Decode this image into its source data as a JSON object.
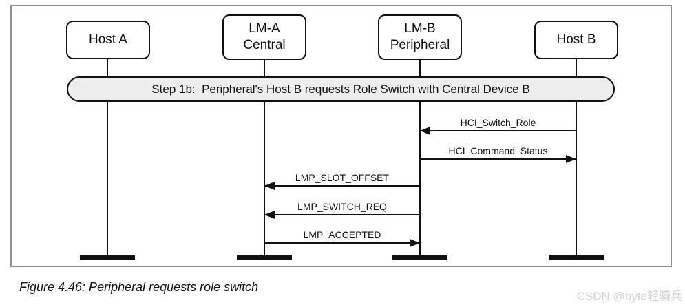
{
  "diagram": {
    "type": "sequence-diagram",
    "actors": [
      {
        "id": "host-a",
        "line1": "Host A"
      },
      {
        "id": "lm-a-central",
        "line1": "LM-A",
        "line2": "Central"
      },
      {
        "id": "lm-b-peripheral",
        "line1": "LM-B",
        "line2": "Peripheral"
      },
      {
        "id": "host-b",
        "line1": "Host B"
      }
    ],
    "step_banner": "Step 1b:  Peripheral's Host B requests Role Switch with Central Device B",
    "messages": [
      {
        "label": "HCI_Switch_Role",
        "from": "Host B",
        "to": "LM-B Peripheral",
        "direction": "left"
      },
      {
        "label": "HCI_Command_Status",
        "from": "LM-B Peripheral",
        "to": "Host B",
        "direction": "right"
      },
      {
        "label": "LMP_SLOT_OFFSET",
        "from": "LM-B Peripheral",
        "to": "LM-A Central",
        "direction": "left"
      },
      {
        "label": "LMP_SWITCH_REQ",
        "from": "LM-B Peripheral",
        "to": "LM-A Central",
        "direction": "left"
      },
      {
        "label": "LMP_ACCEPTED",
        "from": "LM-A Central",
        "to": "LM-B Peripheral",
        "direction": "right"
      }
    ],
    "caption": "Figure 4.46: Peripheral requests role switch",
    "watermark": "CSDN @byte轻骑兵",
    "colors": {
      "line": "#111111",
      "frame_border": "#8f8f8f",
      "banner_fill": "#ededed",
      "watermark_text": "#d3d3d3",
      "background": "#ffffff"
    }
  }
}
